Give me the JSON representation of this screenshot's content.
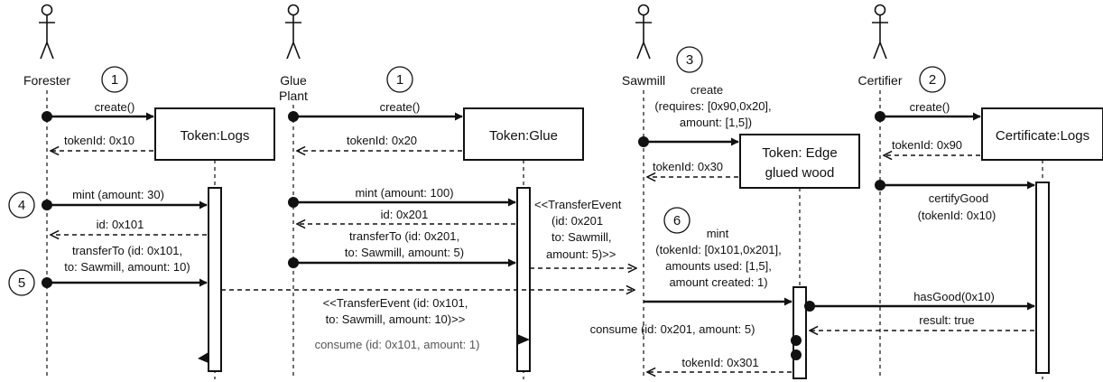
{
  "actors": {
    "forester": "Forester",
    "glue_plant_1": "Glue",
    "glue_plant_2": "Plant",
    "sawmill": "Sawmill",
    "certifier": "Certifier"
  },
  "objects": {
    "token_logs": "Token:Logs",
    "token_glue": "Token:Glue",
    "token_edge_1": "Token: Edge",
    "token_edge_2": "glued wood",
    "certificate_logs": "Certificate:Logs"
  },
  "steps": {
    "s1a": "1",
    "s1b": "1",
    "s3": "3",
    "s2": "2",
    "s4": "4",
    "s5": "5",
    "s6": "6"
  },
  "messages": {
    "create_forester": "create()",
    "tokenid_logs": "tokenId: 0x10",
    "create_glue": "create()",
    "tokenid_glue": "tokenId: 0x20",
    "create_sawmill_1": "create",
    "create_sawmill_2": "(requires: [0x90,0x20],",
    "create_sawmill_3": "amount: [1,5])",
    "tokenid_edge": "tokenId: 0x30",
    "create_certifier": "create()",
    "tokenid_cert": "tokenId: 0x90",
    "mint_logs": "mint (amount: 30)",
    "id_logs": "id: 0x101",
    "transfer_logs_1": "transferTo (id: 0x101,",
    "transfer_logs_2": "to: Sawmill, amount: 10)",
    "mint_glue": "mint (amount: 100)",
    "id_glue": "id: 0x201",
    "transfer_glue_1": "transferTo (id: 0x201,",
    "transfer_glue_2": "to: Sawmill, amount: 5)",
    "event_glue_1": "<<TransferEvent",
    "event_glue_2": "(id: 0x201",
    "event_glue_3": "to: Sawmill,",
    "event_glue_4": "amount: 5)>>",
    "event_logs_1": "<<TransferEvent (id: 0x101,",
    "event_logs_2": "to: Sawmill, amount: 10)>>",
    "consume_logs": "consume (id: 0x101, amount: 1)",
    "mint_edge_1": "mint",
    "mint_edge_2": "(tokenId: [0x101,0x201],",
    "mint_edge_3": "amounts used: [1,5],",
    "mint_edge_4": "amount created: 1)",
    "consume_glue": "consume (id: 0x201, amount: 5)",
    "tokenid_301": "tokenId: 0x301",
    "certify_1": "certifyGood",
    "certify_2": "(tokenId: 0x10)",
    "has_good": "hasGood(0x10)",
    "result": "result: true"
  }
}
